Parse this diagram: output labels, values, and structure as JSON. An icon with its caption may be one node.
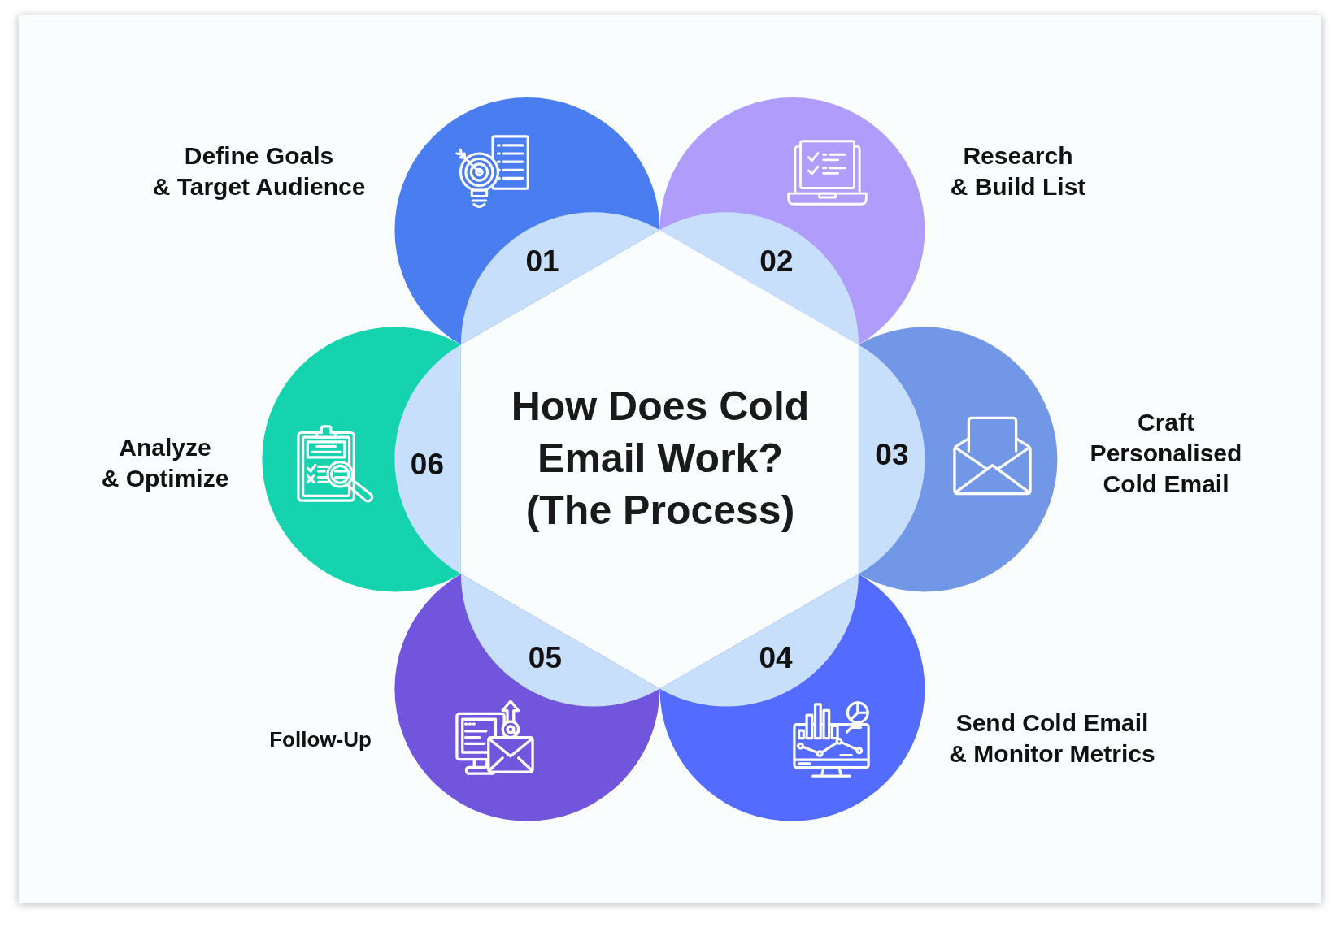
{
  "diagram": {
    "title": "How Does Cold Email Work? (The Process)",
    "nodes": [
      {
        "text": [
          "01"
        ],
        "beside": [
          "Define Goals & Target Audience"
        ]
      },
      {
        "text": [
          "02"
        ],
        "beside": [
          "Research & Build List"
        ]
      },
      {
        "text": [
          "03"
        ],
        "beside": [
          "Craft Personalised Cold Email"
        ]
      },
      {
        "text": [
          "04"
        ],
        "beside": [
          "Send Cold Email & Monitor Metrics"
        ]
      },
      {
        "text": [
          "05"
        ],
        "beside": [
          "Follow-Up"
        ]
      },
      {
        "text": [
          "06"
        ],
        "beside": [
          "Analyze & Optimize"
        ]
      }
    ]
  }
}
